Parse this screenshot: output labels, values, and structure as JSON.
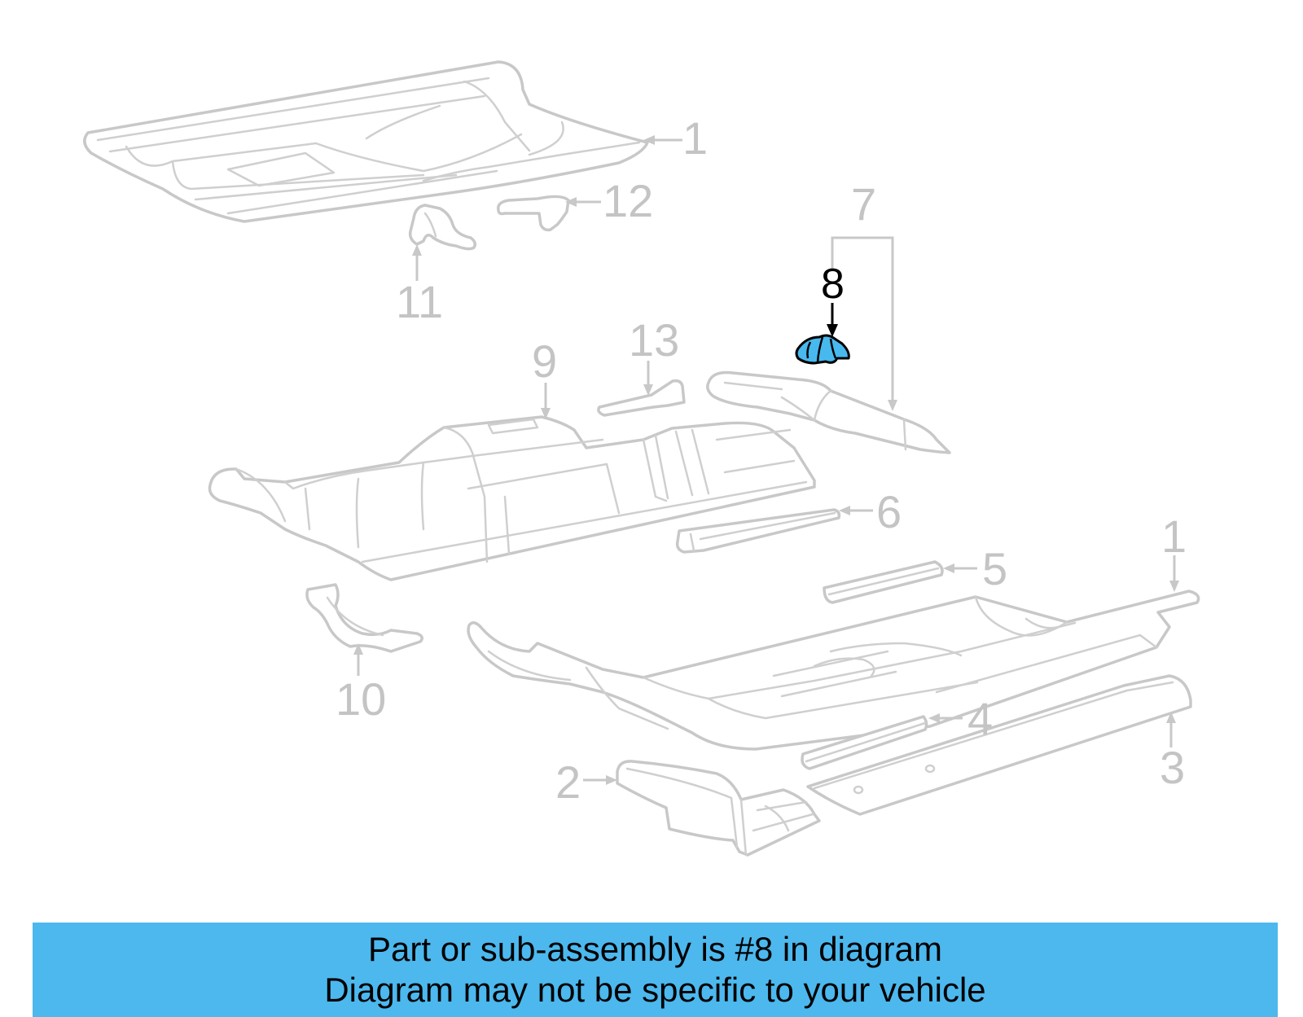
{
  "diagram": {
    "callouts": [
      {
        "id": "c1a",
        "label": "1"
      },
      {
        "id": "c12",
        "label": "12"
      },
      {
        "id": "c11",
        "label": "11"
      },
      {
        "id": "c7",
        "label": "7"
      },
      {
        "id": "c8",
        "label": "8",
        "highlighted": true
      },
      {
        "id": "c13",
        "label": "13"
      },
      {
        "id": "c9",
        "label": "9"
      },
      {
        "id": "c6",
        "label": "6"
      },
      {
        "id": "c1b",
        "label": "1"
      },
      {
        "id": "c5",
        "label": "5"
      },
      {
        "id": "c10",
        "label": "10"
      },
      {
        "id": "c4",
        "label": "4"
      },
      {
        "id": "c2",
        "label": "2"
      },
      {
        "id": "c3",
        "label": "3"
      }
    ],
    "colors": {
      "line_art": "#c8c8c8",
      "highlight_fill": "#48b9ee",
      "highlight_stroke": "#000000",
      "banner": "#4cb8ee"
    }
  },
  "banner": {
    "line1": "Part or sub-assembly is #8 in diagram",
    "line2": "Diagram may not be specific to your vehicle"
  }
}
